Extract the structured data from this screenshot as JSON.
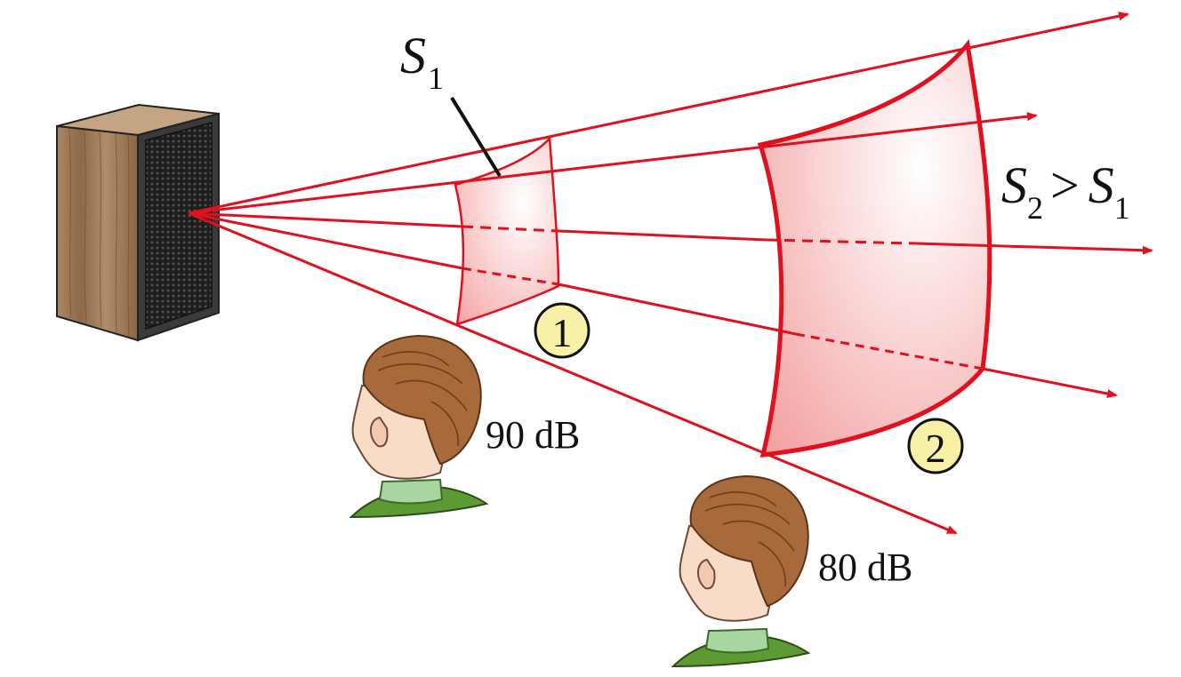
{
  "labels": {
    "s1_label": {
      "main": "S",
      "sub": "1"
    },
    "comparison": {
      "lhs_main": "S",
      "lhs_sub": "2",
      "op": ">",
      "rhs_main": "S",
      "rhs_sub": "1"
    },
    "near_level": "90 dB",
    "far_level": "80 dB",
    "marker_1": "1",
    "marker_2": "2"
  },
  "colors": {
    "ray": "#e0101e",
    "surface_fill": "#f7b3b3",
    "marker_fill": "#f8f0a6",
    "speaker_wood": "#9c7a58",
    "speaker_grille": "#2a2a2a",
    "hair": "#a86a3a",
    "skin": "#f8dcc8",
    "shirt": "#3f8a2b"
  },
  "icons": [
    "speaker-icon",
    "listener-head-icon"
  ]
}
